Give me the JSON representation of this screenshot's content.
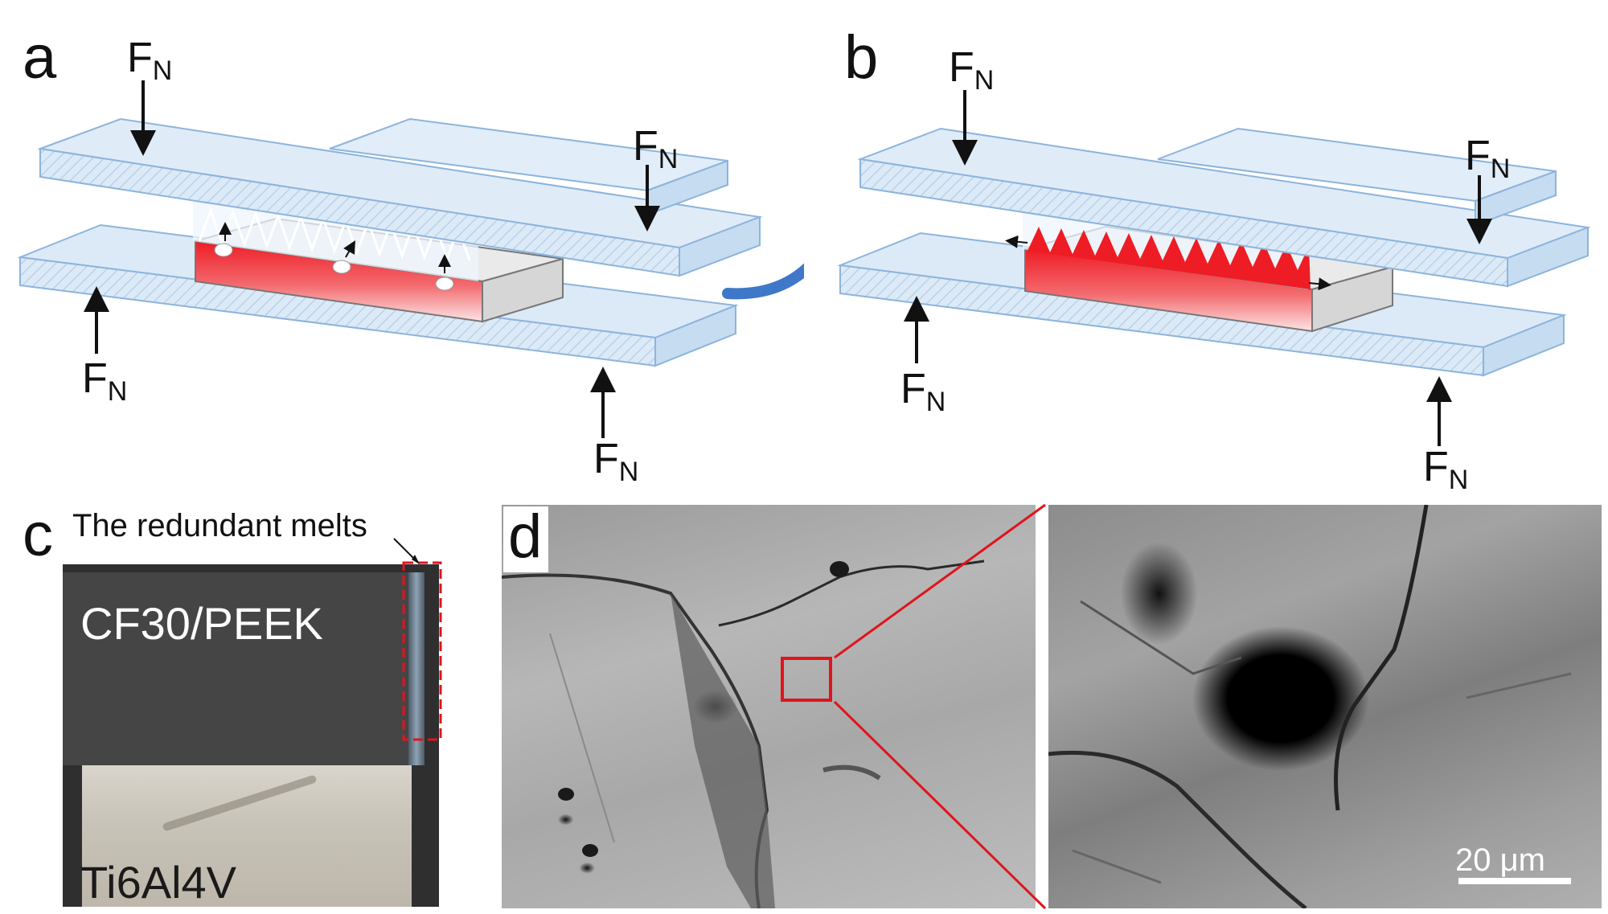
{
  "panels": {
    "a": {
      "letter": "a"
    },
    "b": {
      "letter": "b"
    },
    "c": {
      "letter": "c",
      "annotation": "The redundant melts",
      "top_label": "CF30/PEEK",
      "bottom_label": "Ti6Al4V"
    },
    "d": {
      "letter": "d",
      "scale_bar": "20 μm"
    }
  },
  "force": {
    "symbol": "F",
    "subscript": "N"
  },
  "colors": {
    "plate_fill": "#dceaf7",
    "plate_edge": "#8db4dc",
    "melt_red": "#ee1c25",
    "arrow_blue": "#3f78c8",
    "highlight_box": "#e0141c"
  }
}
